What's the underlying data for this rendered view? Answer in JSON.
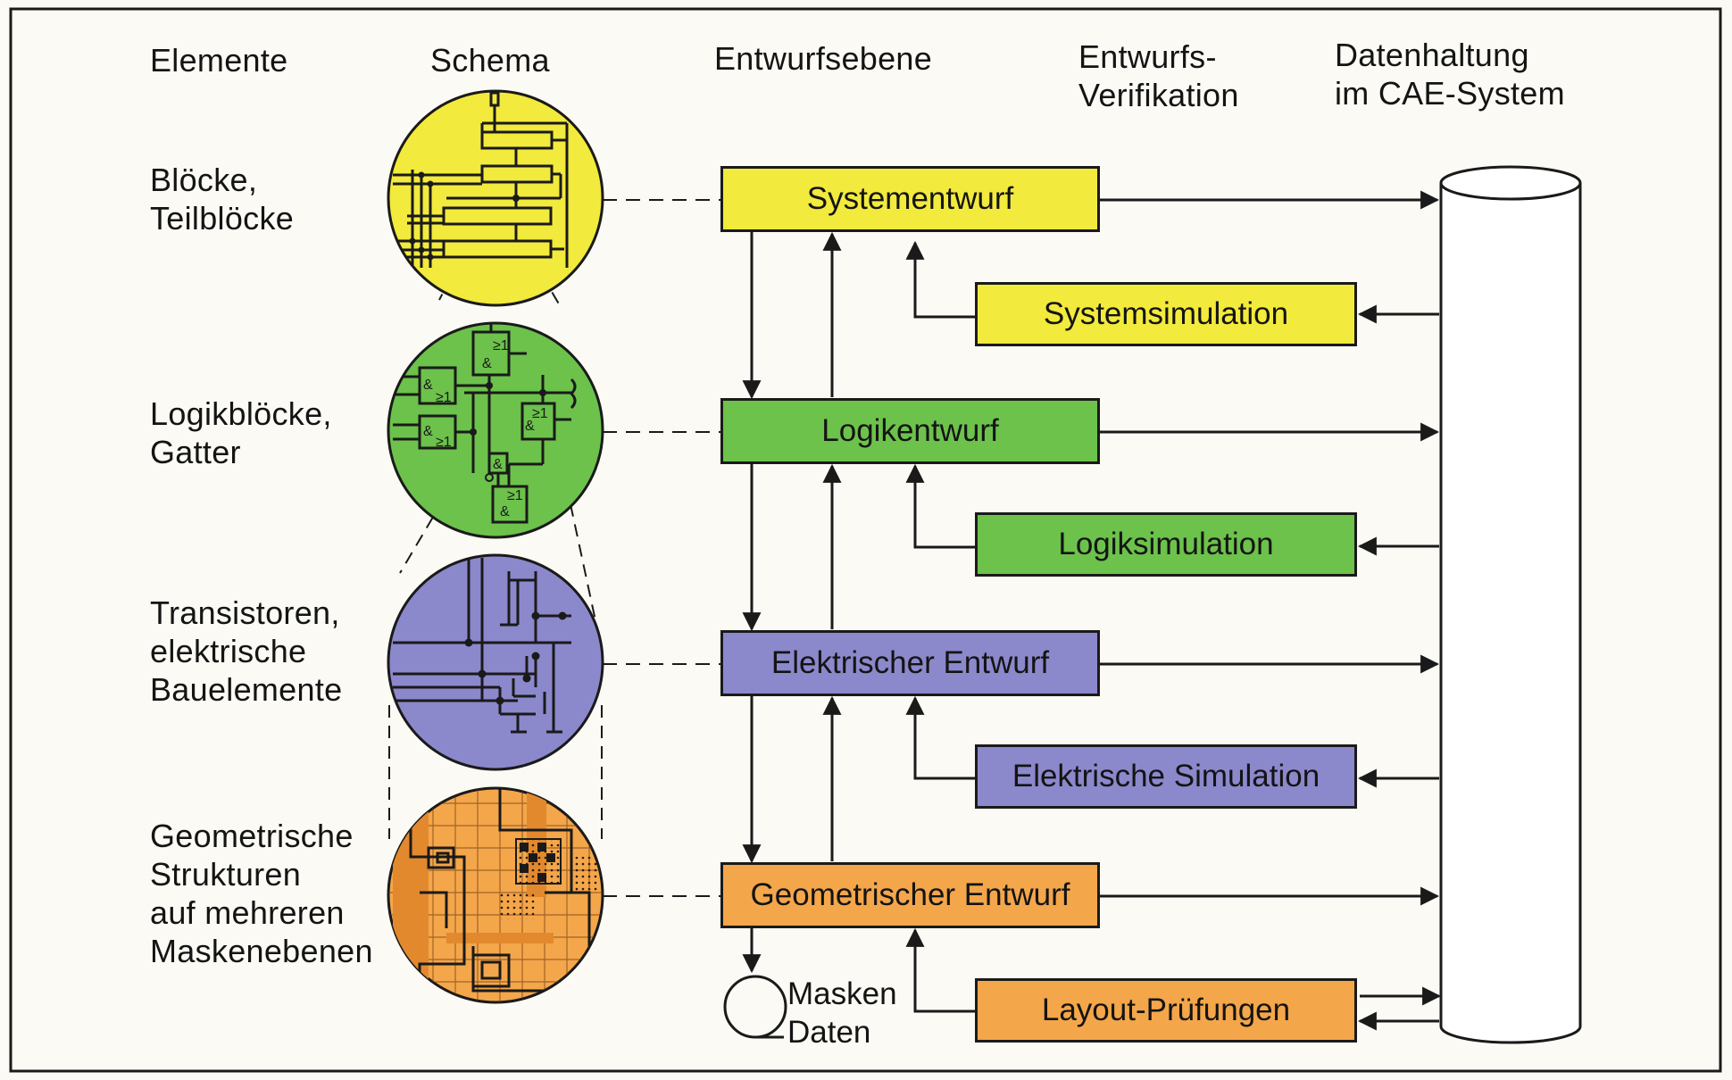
{
  "headers": {
    "elemente": "Elemente",
    "schema": "Schema",
    "entwurfsebene": "Entwurfsebene",
    "verifikation": [
      "Entwurfs-",
      "Verifikation"
    ],
    "datenhaltung": [
      "Datenhaltung",
      "im CAE-System"
    ]
  },
  "elements": [
    [
      "Blöcke,",
      "Teilblöcke"
    ],
    [
      "Logikblöcke,",
      "Gatter"
    ],
    [
      "Transistoren,",
      "elektrische",
      "Bauelemente"
    ],
    [
      "Geometrische",
      "Strukturen",
      "auf mehreren",
      "Maskenebenen"
    ]
  ],
  "design_levels": [
    {
      "label": "Systementwurf",
      "color": "#f2ea3c"
    },
    {
      "label": "Logikentwurf",
      "color": "#6cc24b"
    },
    {
      "label": "Elektrischer Entwurf",
      "color": "#8c88cc"
    },
    {
      "label": "Geometrischer Entwurf",
      "color": "#f4a64a"
    }
  ],
  "verifications": [
    {
      "label": "Systemsimulation",
      "color": "#f2ea3c"
    },
    {
      "label": "Logiksimulation",
      "color": "#6cc24b"
    },
    {
      "label": "Elektrische Simulation",
      "color": "#8c88cc"
    },
    {
      "label": "Layout-Prüfungen",
      "color": "#f4a64a"
    }
  ],
  "masken": [
    "Masken",
    "Daten"
  ],
  "schema_icons": [
    "block-diagram-icon",
    "logic-gate-icon",
    "transistor-circuit-icon",
    "mask-layout-icon"
  ],
  "gate_symbols": {
    "and": "&",
    "or": "≥1"
  }
}
